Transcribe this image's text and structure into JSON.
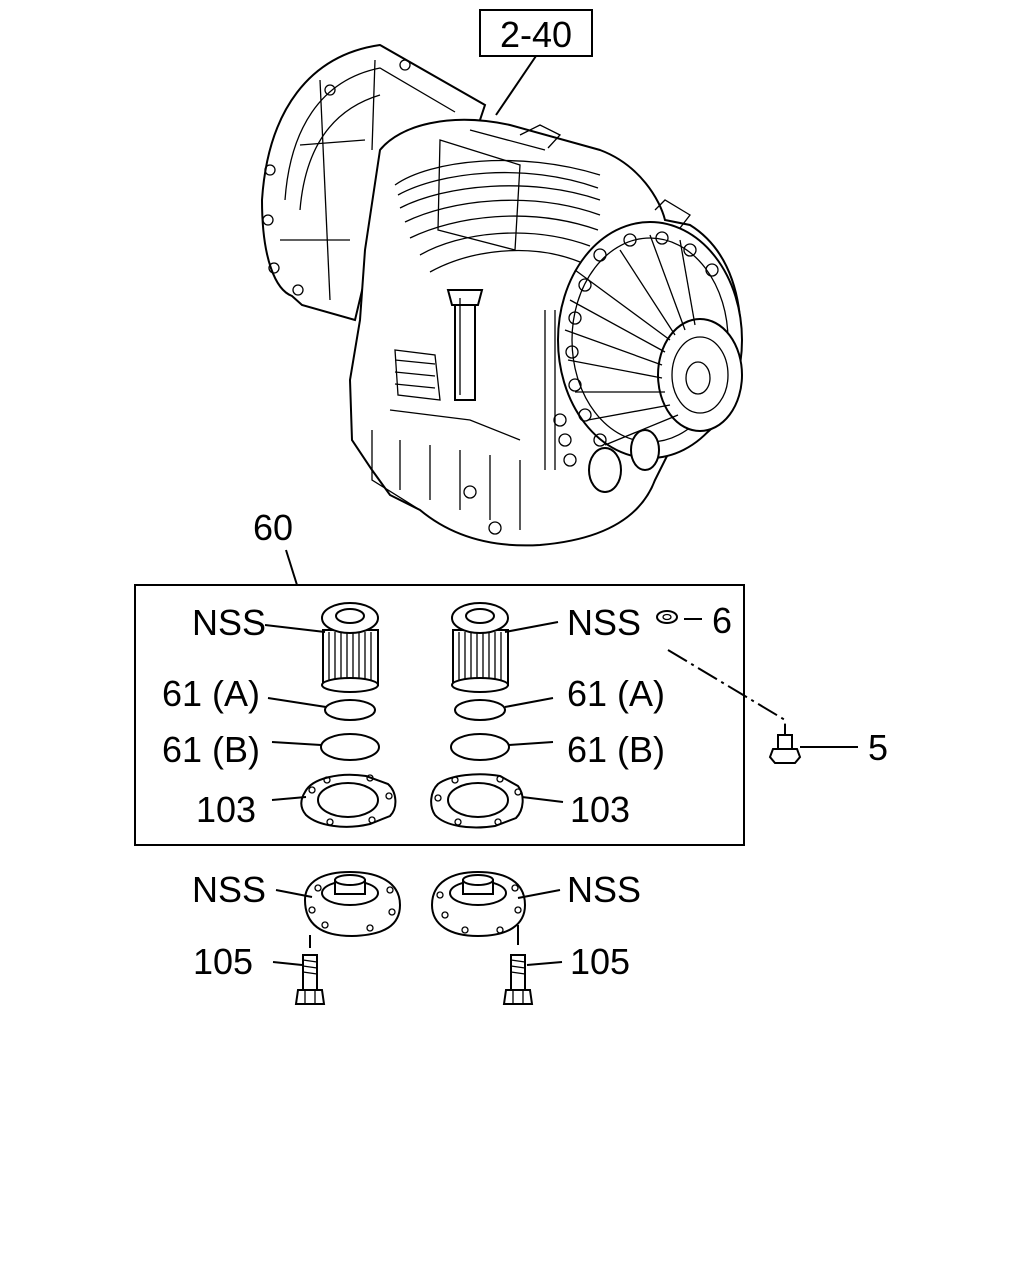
{
  "reference_box": {
    "text": "2-40"
  },
  "callouts": {
    "assembly": "60",
    "filter_left": "NSS",
    "filter_right": "NSS",
    "washer": "6",
    "plug": "5",
    "oring_a_left": "61 (A)",
    "oring_a_right": "61 (A)",
    "oring_b_left": "61 (B)",
    "oring_b_right": "61 (B)",
    "gasket_left": "103",
    "gasket_right": "103",
    "cover_left": "NSS",
    "cover_right": "NSS",
    "bolt_left": "105",
    "bolt_right": "105"
  }
}
